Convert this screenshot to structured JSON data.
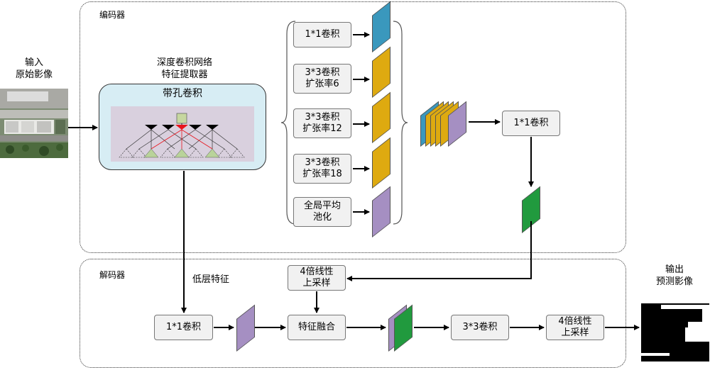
{
  "regions": {
    "encoder": "编码器",
    "decoder": "解码器"
  },
  "input": {
    "line1": "输入",
    "line2": "原始影像"
  },
  "output": {
    "line1": "输出",
    "line2": "预测影像"
  },
  "backbone": {
    "title_line1": "深度卷积网络",
    "title_line2": "特征提取器",
    "atrous_label": "带孔卷积"
  },
  "aspp": {
    "branch1": [
      "1*1卷积"
    ],
    "branch2": [
      "3*3卷积",
      "扩张率6"
    ],
    "branch3": [
      "3*3卷积",
      "扩张率12"
    ],
    "branch4": [
      "3*3卷积",
      "扩张率18"
    ],
    "branch5": [
      "全局平均",
      "池化"
    ]
  },
  "encoder_conv": "1*1卷积",
  "decoder": {
    "low_level_label": "低层特征",
    "conv1x1": "1*1卷积",
    "upsample4_top": [
      "4倍线性",
      "上采样"
    ],
    "fusion": "特征融合",
    "conv3x3": "3*3卷积",
    "upsample4_final": [
      "4倍线性",
      "上采样"
    ]
  },
  "colors": {
    "conv1x1_feature": "#3a98bd",
    "dilated_feature": "#deaa10",
    "pool_feature": "#a58fc2",
    "encoder_output": "#219a3e",
    "atrous_panel": "#d7edf4",
    "tree_panel": "#d9d0de",
    "highlight": "#e8141c"
  }
}
